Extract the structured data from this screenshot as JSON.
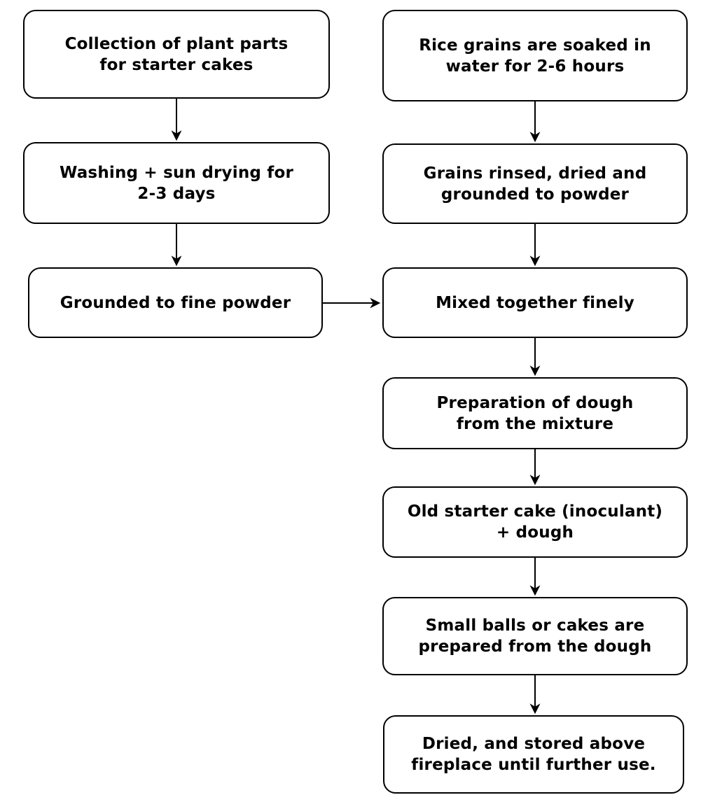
{
  "diagram": {
    "type": "flowchart",
    "background_color": "#ffffff",
    "box_fill_color": "#ffffff",
    "box_border_color": "#000000",
    "arrow_color": "#000000",
    "text_color": "#000000",
    "nodes": [
      {
        "id": "collect-plant-parts",
        "label": "Collection of plant parts\nfor starter cakes"
      },
      {
        "id": "washing-sun-drying",
        "label": "Washing + sun drying for\n2-3 days"
      },
      {
        "id": "grounded-fine-powder",
        "label": "Grounded to fine powder"
      },
      {
        "id": "rice-grains-soaked",
        "label": "Rice grains are soaked in\nwater for 2-6 hours"
      },
      {
        "id": "grains-rinsed",
        "label": "Grains rinsed, dried and\ngrounded to powder"
      },
      {
        "id": "mixed-together",
        "label": "Mixed together finely"
      },
      {
        "id": "dough-preparation",
        "label": "Preparation of dough\nfrom the mixture"
      },
      {
        "id": "old-starter-cake",
        "label": "Old starter cake (inoculant)\n+ dough"
      },
      {
        "id": "small-balls",
        "label": "Small balls or cakes are\nprepared from the dough"
      },
      {
        "id": "dried-stored",
        "label": "Dried, and stored above\nfireplace until further use."
      }
    ],
    "edges": [
      {
        "from": "collect-plant-parts",
        "to": "washing-sun-drying"
      },
      {
        "from": "washing-sun-drying",
        "to": "grounded-fine-powder"
      },
      {
        "from": "rice-grains-soaked",
        "to": "grains-rinsed"
      },
      {
        "from": "grains-rinsed",
        "to": "mixed-together"
      },
      {
        "from": "grounded-fine-powder",
        "to": "mixed-together"
      },
      {
        "from": "mixed-together",
        "to": "dough-preparation"
      },
      {
        "from": "dough-preparation",
        "to": "old-starter-cake"
      },
      {
        "from": "old-starter-cake",
        "to": "small-balls"
      },
      {
        "from": "small-balls",
        "to": "dried-stored"
      }
    ]
  }
}
